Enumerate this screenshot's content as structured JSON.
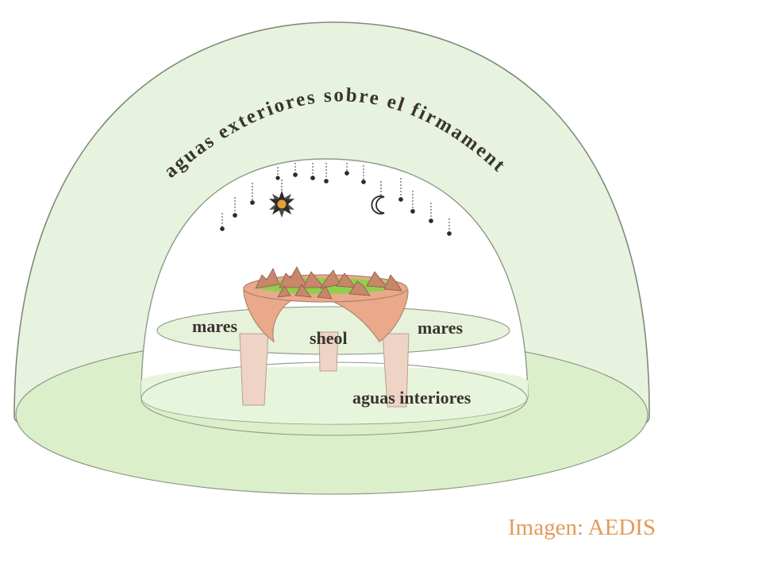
{
  "diagram": {
    "arc_label": "aguas exteriores sobre el firmamento",
    "labels": {
      "mares_left": "mares",
      "sheol": "sheol",
      "mares_right": "mares",
      "inner_waters": "aguas interiores"
    },
    "credit": "Imagen: AEDIS"
  },
  "colors": {
    "water_green": "#e2f1d8",
    "water_floor": "#d9efc8",
    "earth": "#e9a98c",
    "mountain": "#c8866a",
    "grass": "#8fcf4e",
    "text": "#3a3430",
    "credit": "#e39a5a"
  },
  "icons": {
    "sun": "sun-icon",
    "moon": "crescent-moon-icon",
    "stars": "star-icon"
  }
}
